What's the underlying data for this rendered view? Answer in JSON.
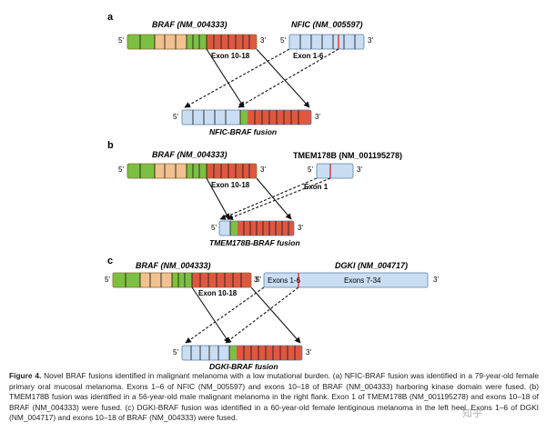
{
  "panels": [
    {
      "letter": "a",
      "gene1": "BRAF (NM_004333)",
      "gene2": "NFIC (NM_005597)",
      "exon1": "Exon 10-18",
      "exon2": "Exon 1-6",
      "fusion": "NFIC-BRAF fusion"
    },
    {
      "letter": "b",
      "gene1": "BRAF (NM_004333)",
      "gene2": "TMEM178B (NM_001195278)",
      "exon1": "Exon 10-18",
      "exon2": "Exon 1",
      "fusion": "TMEM178B-BRAF fusion"
    },
    {
      "letter": "c",
      "gene1": "BRAF (NM_004333)",
      "gene2": "DGKI (NM_004717)",
      "exon1": "Exon 10-18",
      "exon2a": "Exons 1-6",
      "exon2b": "Exons 7-34",
      "fusion": "DGKI-BRAF fusion"
    }
  ],
  "strand": {
    "five": "5'",
    "three": "3'"
  },
  "colors": {
    "green": "#7cc043",
    "tan": "#f1c18f",
    "red": "#e0573f",
    "blue": "#c9def2",
    "outline": "#5a7fa6",
    "breakpoint": "#e0302f"
  },
  "caption": {
    "lead": "Figure 4.",
    "text": "Novel BRAF fusions identified in malignant melanoma with a low mutational burden. (a) NFIC-BRAF fusion was identified in a 79-year-old female primary oral mucosal melanoma. Exons 1–6 of NFIC (NM_005597) and exons 10–18 of BRAF (NM_004333) harboring kinase domain were fused. (b) TMEM178B fusion was identified in a 56-year-old male malignant melanoma in the right flank. Exon 1 of TMEM178B (NM_001195278) and exons 10–18 of BRAF (NM_004333) were fused. (c) DGKI-BRAF fusion was identified in a 60-year-old female lentiginous melanoma in the left heel. Exons 1–6 of DGKI (NM_004717) and exons 10–18 of BRAF (NM_004333) were fused."
  },
  "watermark": "知乎"
}
